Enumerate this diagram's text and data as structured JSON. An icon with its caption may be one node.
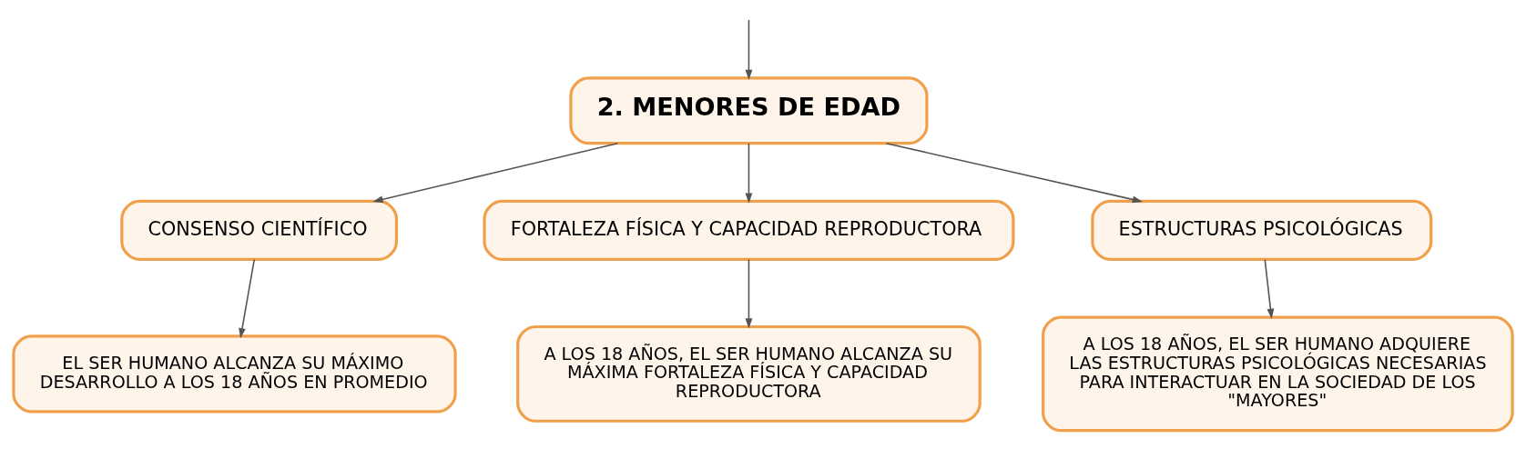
{
  "diagram": {
    "nodes": [
      {
        "text": [
          "2. MENORES DE EDAD"
        ]
      },
      {
        "text": [
          "CONSENSO CIENTÍFICO"
        ]
      },
      {
        "text": [
          "FORTALEZA FÍSICA Y CAPACIDAD REPRODUCTORA"
        ]
      },
      {
        "text": [
          "ESTRUCTURAS PSICOLÓGICAS"
        ]
      },
      {
        "text": [
          "EL SER HUMANO ALCANZA SU MÁXIMO DESARROLLO A LOS 18 AÑOS EN PROMEDIO"
        ]
      },
      {
        "text": [
          "A LOS 18 AÑOS, EL SER HUMANO ALCANZA SU MÁXIMA FORTALEZA FÍSICA Y CAPACIDAD REPRODUCTORA"
        ]
      },
      {
        "text": [
          "A LOS 18 AÑOS, EL SER HUMANO ADQUIERE LAS ESTRUCTURAS PSICOLÓGICAS NECESARIAS PARA INTERACTUAR EN LA SOCIEDAD DE LOS \"MAYORES\""
        ]
      }
    ],
    "edges": [
      {
        "from": null,
        "to": 0,
        "arrow": "to"
      },
      {
        "from": 0,
        "to": 1,
        "arrow": "to"
      },
      {
        "from": 0,
        "to": 2,
        "arrow": "to"
      },
      {
        "from": 0,
        "to": 3,
        "arrow": "to"
      },
      {
        "from": 1,
        "to": 4,
        "arrow": "to"
      },
      {
        "from": 2,
        "to": 5,
        "arrow": "to"
      },
      {
        "from": 3,
        "to": 6,
        "arrow": "to"
      }
    ]
  }
}
